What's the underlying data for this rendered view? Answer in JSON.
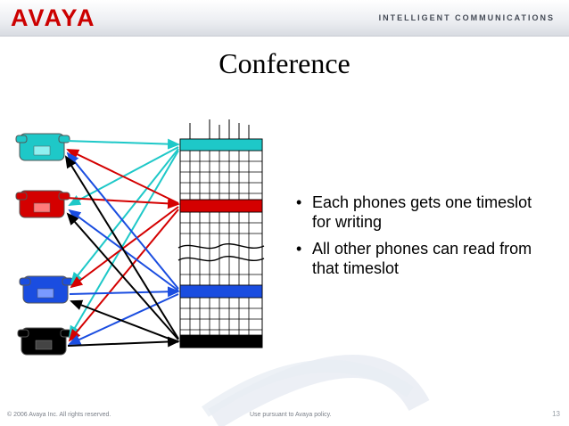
{
  "header": {
    "logo": "AVAYA",
    "tagline": "INTELLIGENT COMMUNICATIONS"
  },
  "slide": {
    "title": "Conference",
    "bullets": [
      "Each phones gets one timeslot for writing",
      "All other phones can read from that timeslot"
    ]
  },
  "phones": [
    {
      "name": "cyan-phone",
      "color": "#1ec8c8"
    },
    {
      "name": "red-phone",
      "color": "#d40000"
    },
    {
      "name": "blue-phone",
      "color": "#1a4de0"
    },
    {
      "name": "black-phone",
      "color": "#000000"
    }
  ],
  "footer": {
    "copyright": "© 2006 Avaya Inc. All rights reserved.",
    "policy": "Use pursuant to Avaya policy.",
    "page": "13"
  }
}
